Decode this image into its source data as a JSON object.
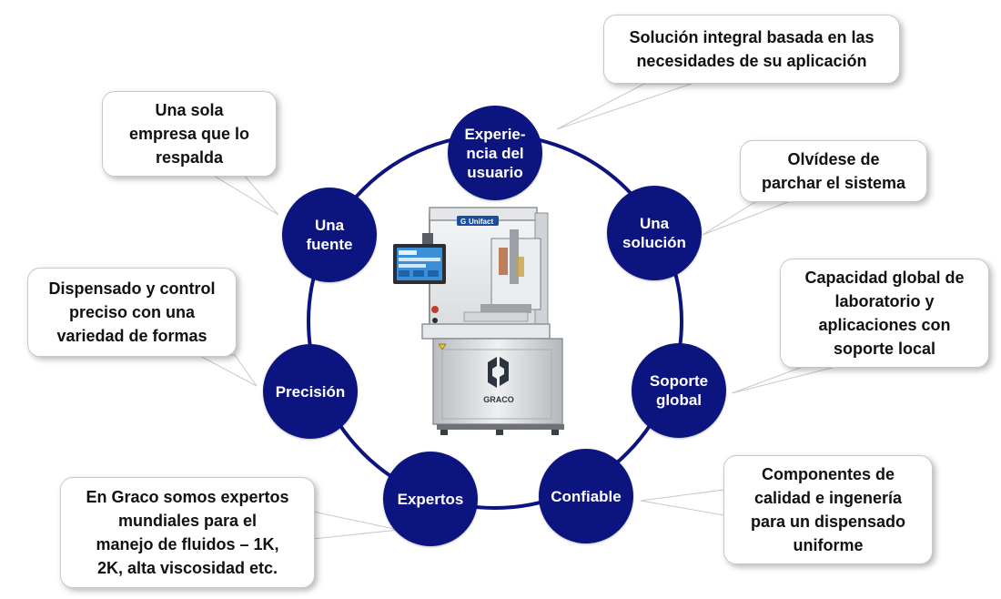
{
  "colors": {
    "ring": "#0c1480",
    "node_fill": "#0c1480",
    "node_text": "#ffffff",
    "callout_fill": "#ffffff",
    "callout_border": "#c8c8c8",
    "callout_text": "#111111"
  },
  "nodes": [
    {
      "id": "experiencia",
      "label": "Experie-\nncia del\nusuario"
    },
    {
      "id": "una-solucion",
      "label": "Una\nsolución"
    },
    {
      "id": "soporte-global",
      "label": "Soporte\nglobal"
    },
    {
      "id": "confiable",
      "label": "Confiable"
    },
    {
      "id": "expertos",
      "label": "Expertos"
    },
    {
      "id": "precision",
      "label": "Precisión"
    },
    {
      "id": "una-fuente",
      "label": "Una\nfuente"
    }
  ],
  "callouts": [
    {
      "id": "experiencia",
      "text": "Solución integral basada en las\nnecesidades de su aplicación"
    },
    {
      "id": "una-solucion",
      "text": "Olvídese de\nparchar el sistema"
    },
    {
      "id": "soporte-global",
      "text": "Capacidad global de\nlaboratorio y\naplicaciones con\nsoporte local"
    },
    {
      "id": "confiable",
      "text": "Componentes de\ncalidad e ingenería\npara un dispensado\nuniforme"
    },
    {
      "id": "expertos",
      "text": "En Graco somos expertos\nmundiales para el\nmanejo de fluidos – 1K,\n2K, alta viscosidad etc."
    },
    {
      "id": "precision",
      "text": "Dispensado y control\npreciso con una\nvariedad de formas"
    },
    {
      "id": "una-fuente",
      "text": "Una sola\nempresa que lo\nrespalda"
    }
  ],
  "machine": {
    "logo_text": "GRACO",
    "header_label": "Unifact"
  }
}
